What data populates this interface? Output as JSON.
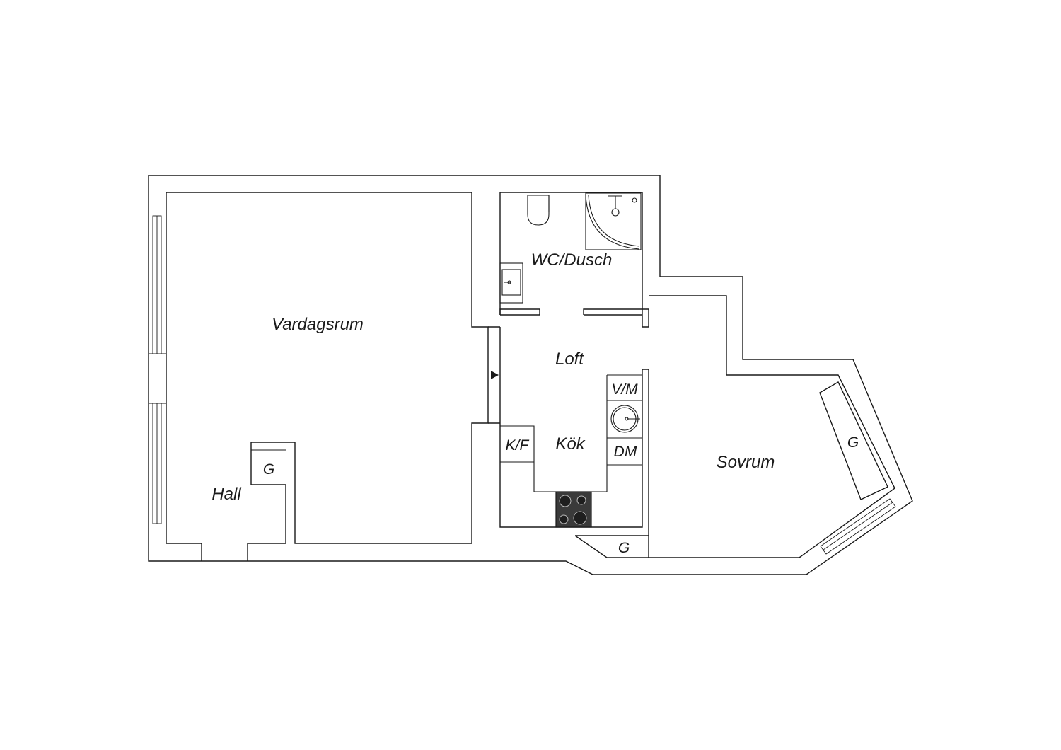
{
  "rooms": {
    "vardagsrum": "Vardagsrum",
    "wc_dusch": "WC/Dusch",
    "loft": "Loft",
    "kok": "Kök",
    "sovrum": "Sovrum",
    "hall": "Hall"
  },
  "fixtures": {
    "wardrobe_hall": "G",
    "wardrobe_sovrum": "G",
    "wardrobe_kok": "G",
    "washing_machine": "V/M",
    "dishwasher": "DM",
    "fridge_freezer": "K/F"
  }
}
